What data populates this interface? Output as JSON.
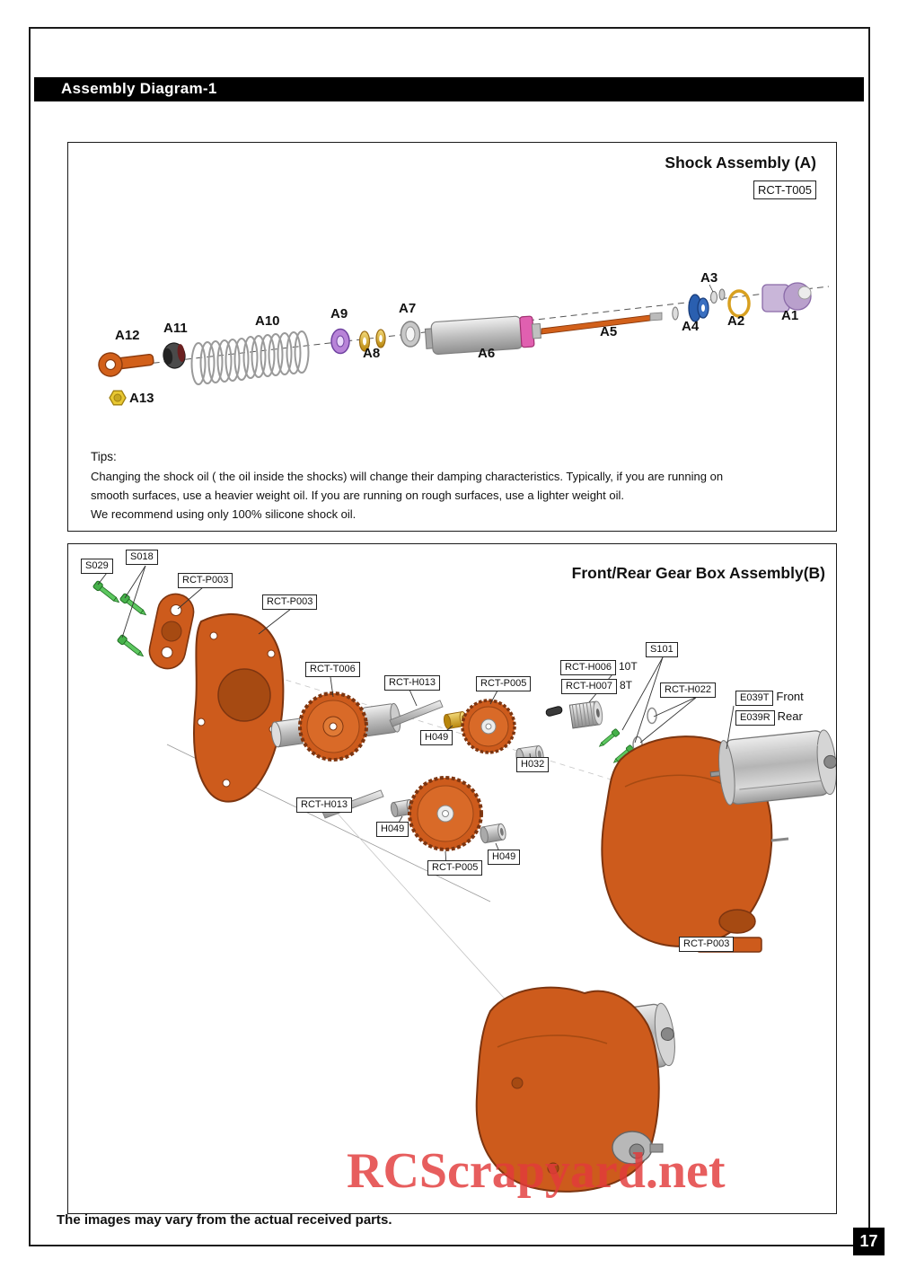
{
  "page": {
    "header_title": "Assembly Diagram-1",
    "footer_note": "The images may vary from the actual received parts.",
    "page_number": "17",
    "watermark": "RCScrapyard.net"
  },
  "colors": {
    "part_orange": "#cd5b1c",
    "screw_green": "#46b14a",
    "watermark_red": "#e23b3b",
    "shock_cap_pink": "#e060b0"
  },
  "shock": {
    "title": "Shock Assembly (A)",
    "part_code": "RCT-T005",
    "tips_heading": "Tips:",
    "tips_line1": "Changing the shock oil ( the oil inside the shocks) will change their damping characteristics. Typically, if you are running on",
    "tips_line2": "smooth surfaces, use a heavier weight oil. If you are running on rough surfaces, use a lighter weight oil.",
    "tips_line3": "We recommend using only 100% silicone shock oil.",
    "labels": {
      "a1": "A1",
      "a2": "A2",
      "a3": "A3",
      "a4": "A4",
      "a5": "A5",
      "a6": "A6",
      "a7": "A7",
      "a8": "A8",
      "a9": "A9",
      "a10": "A10",
      "a11": "A11",
      "a12": "A12",
      "a13": "A13"
    }
  },
  "gearbox": {
    "title": "Front/Rear Gear Box Assembly(B)",
    "labels": {
      "s029": "S029",
      "s018": "S018",
      "p003_top1": "RCT-P003",
      "p003_top2": "RCT-P003",
      "t006": "RCT-T006",
      "h013_top": "RCT-H013",
      "p005_top": "RCT-P005",
      "h006": "RCT-H006",
      "h006_suffix": "10T",
      "h007": "RCT-H007",
      "h007_suffix": "8T",
      "s101": "S101",
      "h022": "RCT-H022",
      "e039t": "E039T",
      "e039t_suffix": "Front",
      "e039r": "E039R",
      "e039r_suffix": "Rear",
      "h049_top": "H049",
      "h032": "H032",
      "h013_low": "RCT-H013",
      "h049_mid": "H049",
      "h049_low": "H049",
      "p005_low": "RCT-P005",
      "p003_housing": "RCT-P003"
    }
  }
}
